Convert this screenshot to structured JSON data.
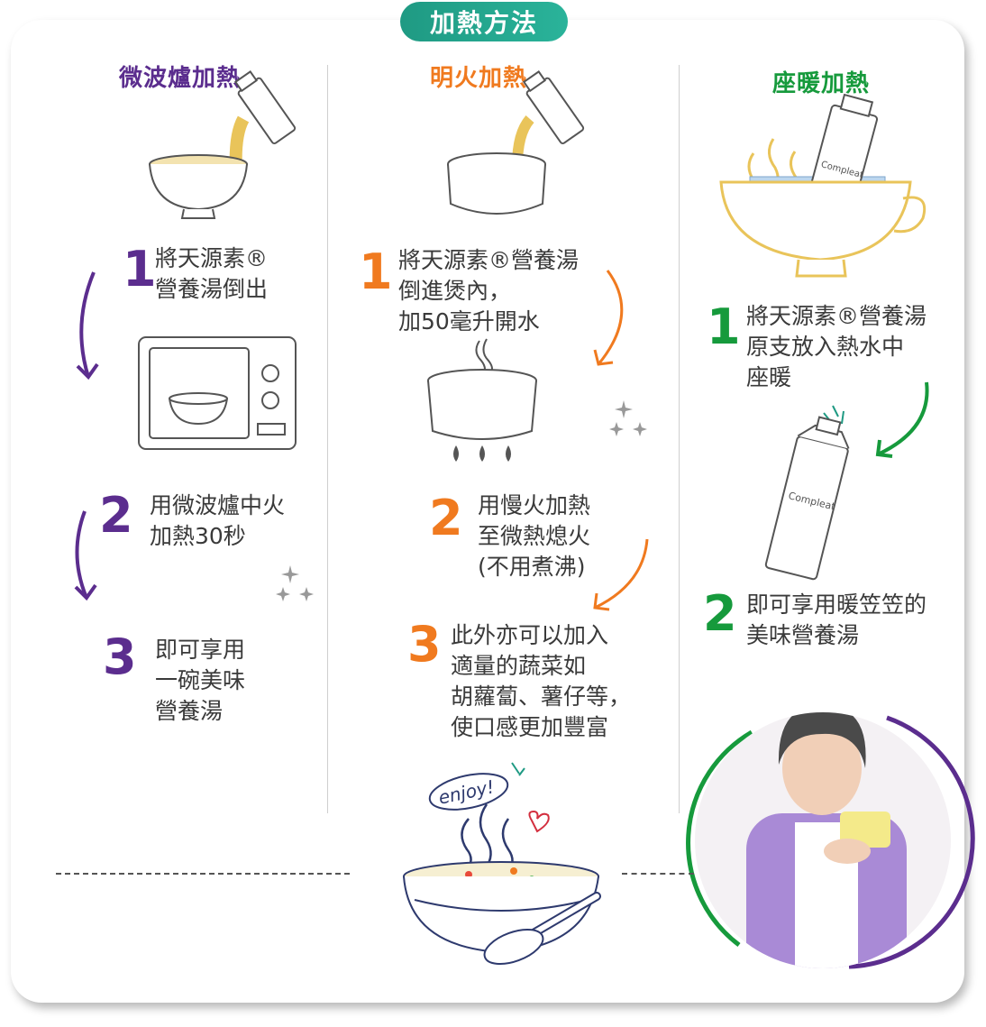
{
  "header": {
    "title": "加熱方法"
  },
  "columns": [
    {
      "title": "微波爐加熱",
      "steps": [
        {
          "num": "1",
          "text": "將天源素®\n營養湯倒出"
        },
        {
          "num": "2",
          "text": "用微波爐中火\n加熱30秒"
        },
        {
          "num": "3",
          "text": "即可享用\n一碗美味\n營養湯"
        }
      ]
    },
    {
      "title": "明火加熱",
      "steps": [
        {
          "num": "1",
          "text": "將天源素®營養湯\n倒進煲內，\n加50毫升開水"
        },
        {
          "num": "2",
          "text": "用慢火加熱\n至微熱熄火\n(不用煮沸)"
        },
        {
          "num": "3",
          "text": "此外亦可以加入\n適量的蔬菜如\n胡蘿蔔、薯仔等，\n使口感更加豐富"
        }
      ]
    },
    {
      "title": "座暖加熱",
      "steps": [
        {
          "num": "1",
          "text": "將天源素®營養湯\n原支放入熱水中\n座暖"
        },
        {
          "num": "2",
          "text": "即可享用暖笠笠的\n美味營養湯"
        }
      ]
    }
  ],
  "brand": {
    "name": "Compleat"
  },
  "bowl_label": {
    "text": "enjoy!"
  },
  "colors": {
    "purple": "#5b2d8e",
    "orange": "#f07a1f",
    "green": "#169a3c",
    "teal": "#1f9a83",
    "soup": "#e9c45a"
  },
  "icons": [
    "carton-pour-icon",
    "bowl-icon",
    "microwave-icon",
    "pot-icon",
    "stove-flame-icon",
    "sparkle-icon",
    "arrow-icon",
    "cup-icon",
    "carton-icon",
    "soup-bowl-icon",
    "spoon-icon",
    "heart-icon"
  ]
}
